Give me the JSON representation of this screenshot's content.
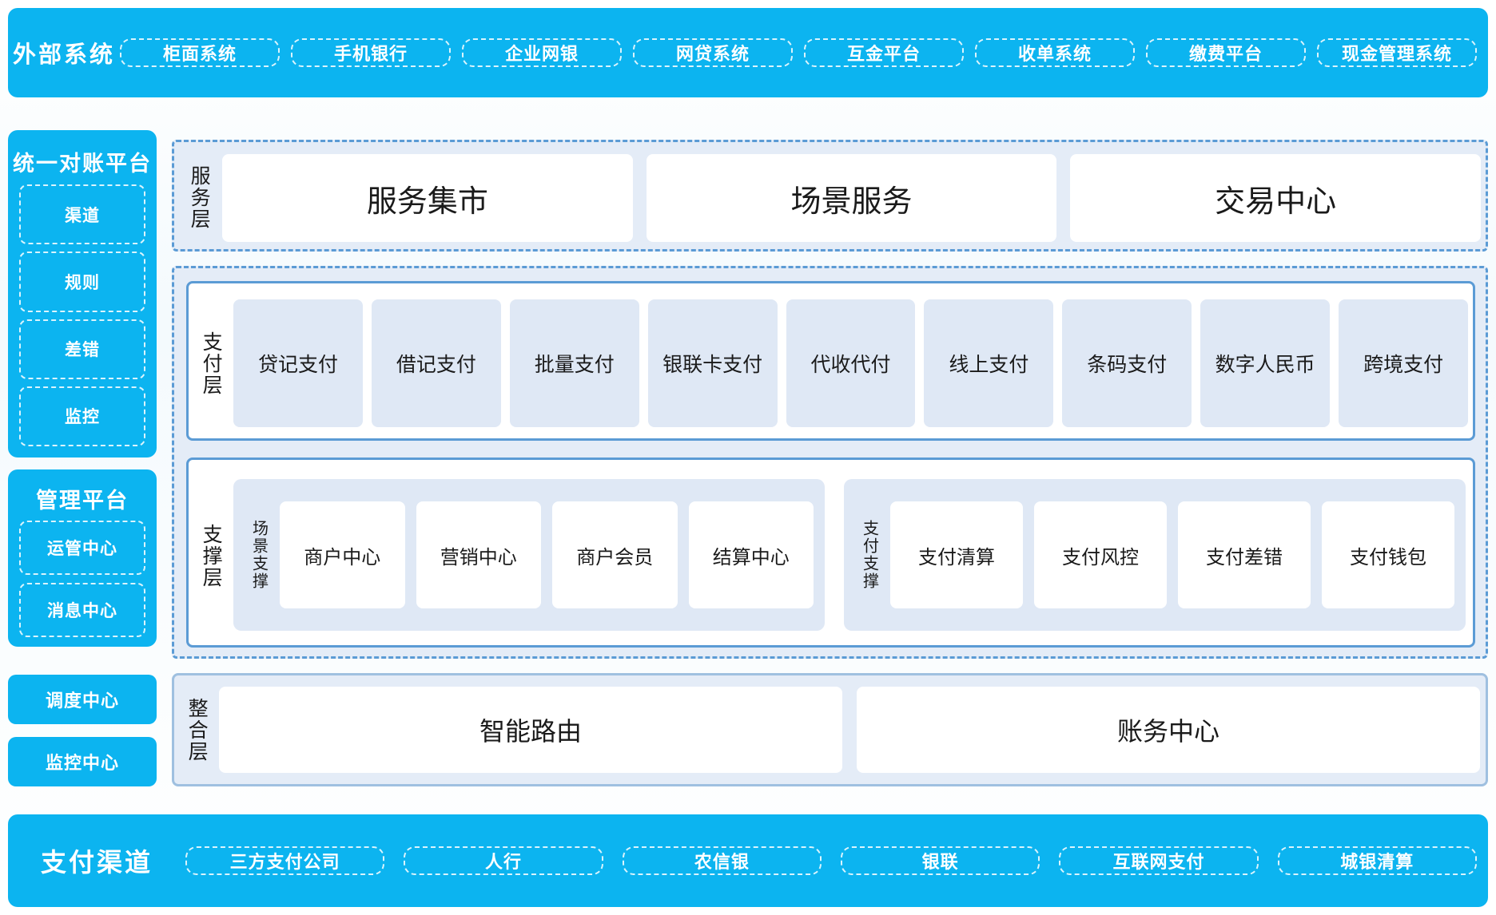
{
  "external_systems": {
    "title": "外部系统",
    "items": [
      "柜面系统",
      "手机银行",
      "企业网银",
      "网贷系统",
      "互金平台",
      "收单系统",
      "缴费平台",
      "现金管理系统"
    ]
  },
  "sidebar": {
    "reconciliation": {
      "title": "统一对账平台",
      "items": [
        "渠道",
        "规则",
        "差错",
        "监控"
      ]
    },
    "management": {
      "title": "管理平台",
      "items": [
        "运管中心",
        "消息中心"
      ]
    },
    "standalone": [
      "调度中心",
      "监控中心"
    ]
  },
  "service_layer": {
    "label": "服务层",
    "items": [
      "服务集市",
      "场景服务",
      "交易中心"
    ]
  },
  "payment_layer": {
    "label": "支付层",
    "items": [
      "贷记支付",
      "借记支付",
      "批量支付",
      "银联卡支付",
      "代收代付",
      "线上支付",
      "条码支付",
      "数字人民币",
      "跨境支付"
    ]
  },
  "support_layer": {
    "label": "支撑层",
    "groups": [
      {
        "label": "场景支撑",
        "items": [
          "商户中心",
          "营销中心",
          "商户会员",
          "结算中心"
        ]
      },
      {
        "label": "支付支撑",
        "items": [
          "支付清算",
          "支付风控",
          "支付差错",
          "支付钱包"
        ]
      }
    ]
  },
  "integration_layer": {
    "label": "整合层",
    "items": [
      "智能路由",
      "账务中心"
    ]
  },
  "payment_channels": {
    "title": "支付渠道",
    "items": [
      "三方支付公司",
      "人行",
      "农信银",
      "银联",
      "互联网支付",
      "城银清算"
    ]
  },
  "colors": {
    "cyan": "#0CB4F0",
    "dashed_blue": "#5B9BD5",
    "light_blue_fill": "#E4ECF7",
    "card_blue": "#DFE8F5",
    "white": "#FFFFFF"
  }
}
